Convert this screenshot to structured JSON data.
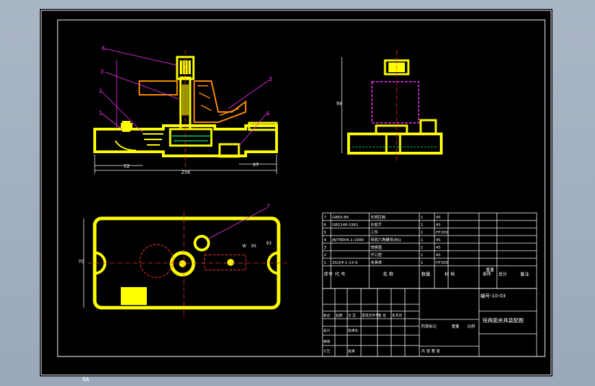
{
  "corner_label": "RA",
  "drawing": {
    "part_numbers": [
      "6",
      "3",
      "2",
      "1",
      "5",
      "6",
      "7"
    ],
    "dimensions": {
      "front_length": "256",
      "front_left": "52",
      "front_right": "37",
      "side_height": "98",
      "top_height": "70",
      "top_h1": "W",
      "top_h2": "95",
      "top_h3": "93"
    }
  },
  "bom": {
    "rows": [
      [
        "7",
        "GB65-86",
        "长柄压板",
        "1",
        "45",
        "",
        ""
      ],
      [
        "6",
        "GB2148-1991",
        "长扳手",
        "1",
        "45",
        "",
        ""
      ],
      [
        "5",
        "",
        "工件",
        "1",
        "HT200",
        "",
        ""
      ],
      [
        "4",
        "JB/T8004.1-1999",
        "带肩六角螺母(BS)",
        "1",
        "45",
        "",
        ""
      ],
      [
        "3",
        "",
        "快换盘",
        "1",
        "45",
        "",
        ""
      ],
      [
        "2",
        "",
        "开口垫",
        "1",
        "45",
        "",
        ""
      ],
      [
        "1",
        "ZG3/4-1-13-9",
        "夹具体",
        "1",
        "HT200",
        "",
        ""
      ]
    ],
    "header": {
      "seq": "序号",
      "code": "代 号",
      "name": "名 称",
      "qty": "数量",
      "material": "材 料",
      "unit_weight": "单件",
      "total_weight": "总计",
      "weight": "重量",
      "remark": "备注"
    }
  },
  "title_block": {
    "drawing_no": "编号-10-03",
    "title": "铣两面夹具装配图",
    "row_labels": [
      "标记",
      "处数",
      "分 区",
      "更改文件号",
      "签 名",
      "年月日"
    ],
    "row2": [
      "设计",
      "",
      "标准化",
      "",
      "",
      ""
    ],
    "row3": [
      "审核",
      "",
      "",
      "",
      "",
      ""
    ],
    "row4": [
      "工艺",
      "",
      "批准",
      "",
      "",
      ""
    ],
    "stage": "阶段标记",
    "weight": "重量",
    "scale": "比例",
    "sheet": "共  张  第  张"
  }
}
